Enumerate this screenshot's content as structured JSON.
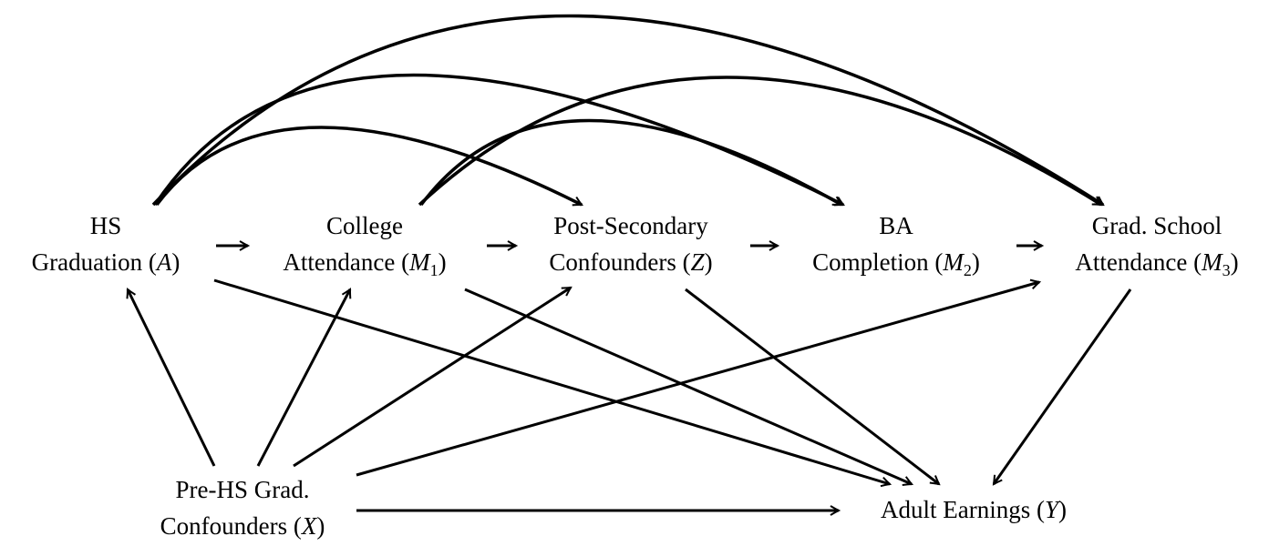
{
  "diagram": {
    "type": "directed-acyclic-graph",
    "nodes": {
      "A": {
        "line1": "HS",
        "line2_prefix": "Graduation (",
        "symbol": "A",
        "sub": "",
        "line2_suffix": ")"
      },
      "M1": {
        "line1": "College",
        "line2_prefix": "Attendance (",
        "symbol": "M",
        "sub": "1",
        "line2_suffix": ")"
      },
      "Z": {
        "line1": "Post-Secondary",
        "line2_prefix": "Confounders (",
        "symbol": "Z",
        "sub": "",
        "line2_suffix": ")"
      },
      "M2": {
        "line1": "BA",
        "line2_prefix": "Completion (",
        "symbol": "M",
        "sub": "2",
        "line2_suffix": ")"
      },
      "M3": {
        "line1": "Grad. School",
        "line2_prefix": "Attendance (",
        "symbol": "M",
        "sub": "3",
        "line2_suffix": ")"
      },
      "X": {
        "line1": "Pre-HS Grad.",
        "line2_prefix": "Confounders (",
        "symbol": "X",
        "sub": "",
        "line2_suffix": ")"
      },
      "Y": {
        "line1": "Adult Earnings (",
        "symbol": "Y",
        "line1_suffix": ")"
      }
    },
    "edges": [
      {
        "from": "A",
        "to": "M1",
        "style": "straight"
      },
      {
        "from": "M1",
        "to": "Z",
        "style": "straight"
      },
      {
        "from": "Z",
        "to": "M2",
        "style": "straight"
      },
      {
        "from": "M2",
        "to": "M3",
        "style": "straight"
      },
      {
        "from": "A",
        "to": "Z",
        "style": "arc"
      },
      {
        "from": "A",
        "to": "M2",
        "style": "arc"
      },
      {
        "from": "A",
        "to": "M3",
        "style": "arc"
      },
      {
        "from": "M1",
        "to": "M2",
        "style": "arc"
      },
      {
        "from": "M1",
        "to": "M3",
        "style": "arc"
      },
      {
        "from": "X",
        "to": "A",
        "style": "straight"
      },
      {
        "from": "X",
        "to": "M1",
        "style": "straight"
      },
      {
        "from": "X",
        "to": "Z",
        "style": "straight"
      },
      {
        "from": "X",
        "to": "M3",
        "style": "straight"
      },
      {
        "from": "X",
        "to": "Y",
        "style": "straight"
      },
      {
        "from": "A",
        "to": "Y",
        "style": "straight"
      },
      {
        "from": "M1",
        "to": "Y",
        "style": "straight"
      },
      {
        "from": "Z",
        "to": "Y",
        "style": "straight"
      },
      {
        "from": "M3",
        "to": "Y",
        "style": "straight"
      }
    ]
  }
}
